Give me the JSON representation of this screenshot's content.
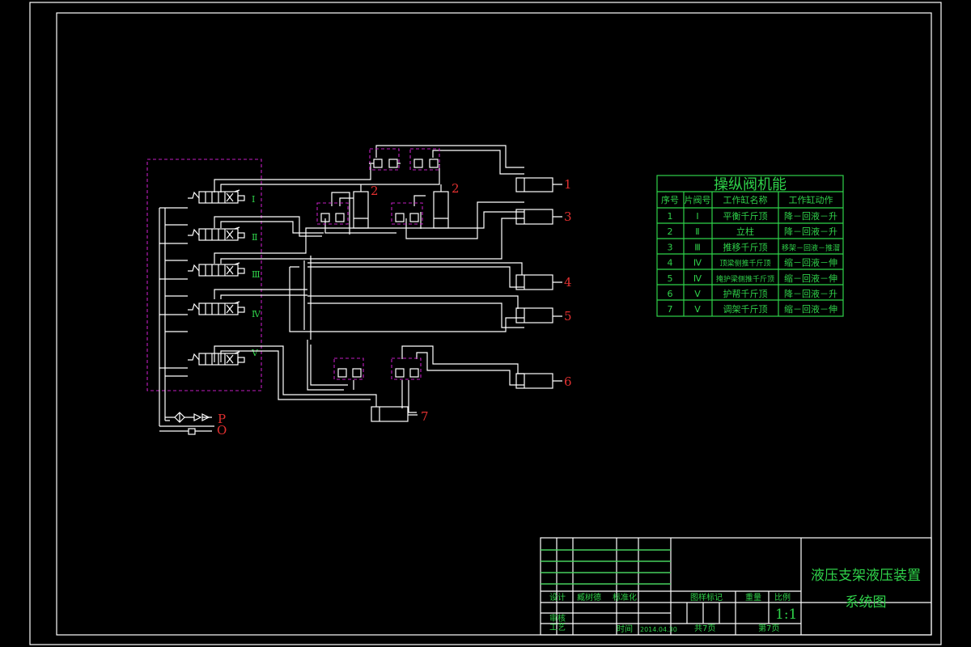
{
  "valve_labels": [
    "Ⅰ",
    "Ⅱ",
    "Ⅲ",
    "Ⅳ",
    "Ⅴ"
  ],
  "cylinder_numbers": [
    "1",
    "2",
    "2",
    "3",
    "4",
    "5",
    "6",
    "7"
  ],
  "ports": {
    "pressure": "P",
    "return": "O"
  },
  "function_table": {
    "title": "操纵阀机能",
    "headers": [
      "序号",
      "片阀号",
      "工作缸名称",
      "工作缸动作"
    ],
    "rows": [
      [
        "1",
        "Ⅰ",
        "平衡千斤顶",
        "降－回液－升"
      ],
      [
        "2",
        "Ⅱ",
        "立柱",
        "降－回液－升"
      ],
      [
        "3",
        "Ⅲ",
        "推移千斤顶",
        "移架－回液－推溜"
      ],
      [
        "4",
        "Ⅳ",
        "顶梁侧推千斤顶",
        "缩－回液－伸"
      ],
      [
        "5",
        "Ⅳ",
        "掩护梁侧推千斤顶",
        "缩－回液－伸"
      ],
      [
        "6",
        "Ⅴ",
        "护帮千斤顶",
        "降－回液－升"
      ],
      [
        "7",
        "Ⅴ",
        "调架千斤顶",
        "缩－回液－伸"
      ]
    ]
  },
  "title_block": {
    "design_label": "设计",
    "designer": "臧树德",
    "standard_label": "标准化",
    "review_label": "审核",
    "process_label": "工艺",
    "time_label": "时间",
    "date": "2014.04.30",
    "drawing_mark_label": "图样标记",
    "weight_label": "重量",
    "scale_label": "比例",
    "scale_value": "1:1",
    "total_sheets": "共7页",
    "sheet_no": "第7页",
    "drawing_title_line1": "液压支架液压装置",
    "drawing_title_line2": "系统图"
  }
}
